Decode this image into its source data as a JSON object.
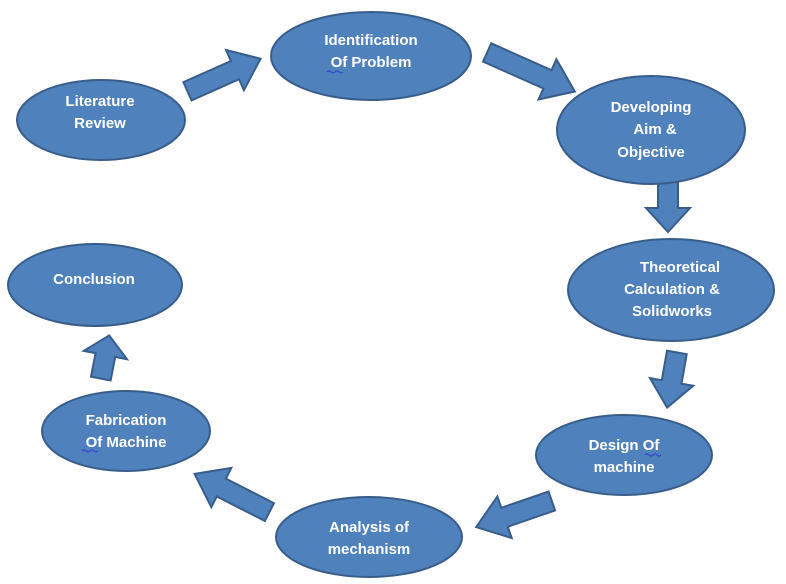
{
  "diagram": {
    "nodes": {
      "literature_review": {
        "lines": [
          "Literature",
          "Review"
        ]
      },
      "identification_of_problem": {
        "lines": [
          "Identification",
          "Of Problem"
        ]
      },
      "developing_aim_objective": {
        "lines": [
          "Developing",
          "Aim &",
          "Objective"
        ]
      },
      "theoretical_calculation": {
        "lines": [
          "Theoretical",
          "Calculation &",
          "Solidworks"
        ]
      },
      "design_of_machine": {
        "lines": [
          "Design Of",
          "machine"
        ]
      },
      "analysis_of_mechanism": {
        "lines": [
          "Analysis of",
          "mechanism"
        ]
      },
      "fabrication_of_machine": {
        "lines": [
          "Fabrication",
          "Of Machine"
        ]
      },
      "conclusion": {
        "lines": [
          "Conclusion"
        ]
      }
    },
    "colors": {
      "fill": "#4f81bd",
      "stroke": "#385d8a",
      "text": "#ffffff"
    }
  }
}
